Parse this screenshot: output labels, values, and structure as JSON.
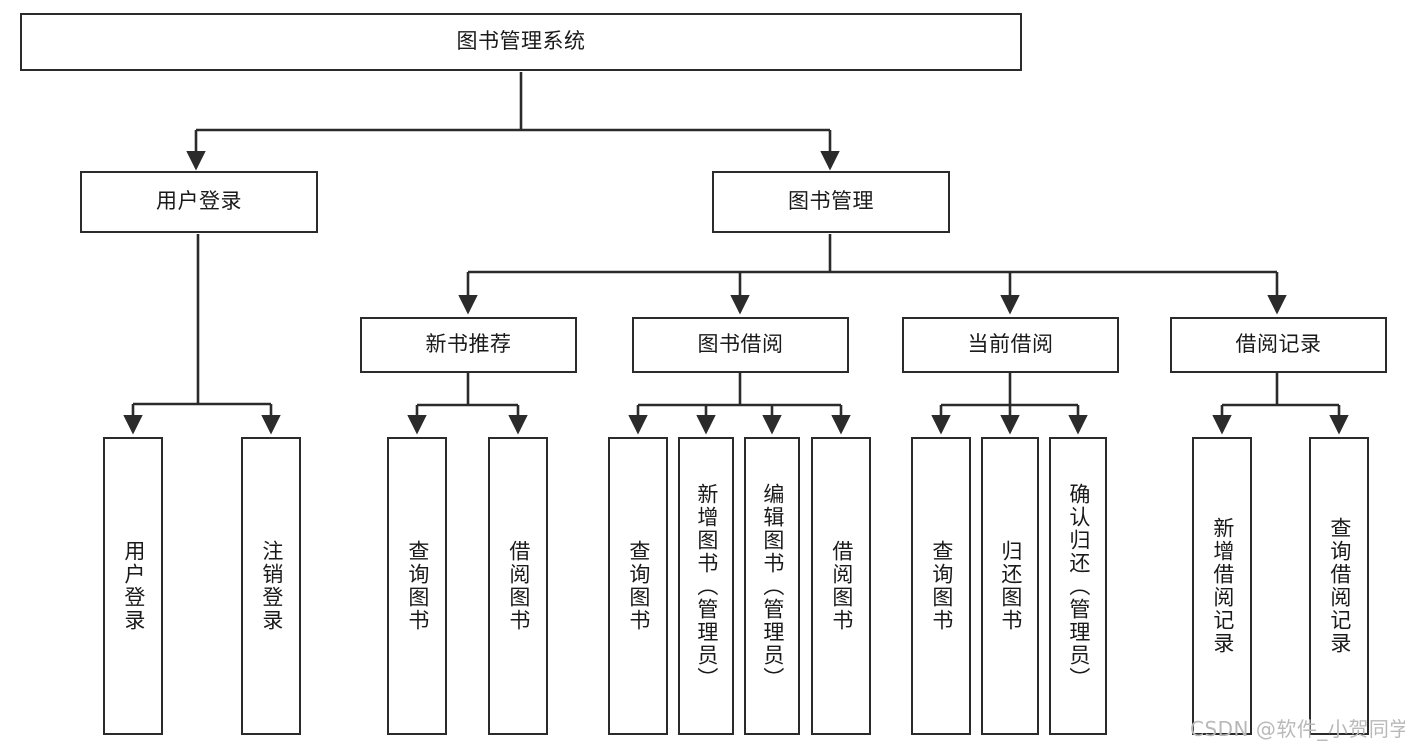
{
  "diagram": {
    "type": "tree-hierarchy",
    "title": "图书管理系统",
    "watermark": "CSDN @软件_小贺同学",
    "colors": {
      "border": "#2b2b2b",
      "background": "#ffffff",
      "text": "#1a1a1a",
      "watermark": "#b9b9b9"
    },
    "nodes": {
      "root": {
        "label": "图书管理系统",
        "level": 0
      },
      "level1": [
        {
          "id": "user-login",
          "label": "用户登录"
        },
        {
          "id": "book-manage",
          "label": "图书管理"
        }
      ],
      "level2": [
        {
          "id": "new-book-recommend",
          "label": "新书推荐",
          "parent": "book-manage"
        },
        {
          "id": "book-borrow",
          "label": "图书借阅",
          "parent": "book-manage"
        },
        {
          "id": "current-borrow",
          "label": "当前借阅",
          "parent": "book-manage"
        },
        {
          "id": "borrow-record",
          "label": "借阅记录",
          "parent": "book-manage"
        }
      ],
      "leaves": [
        {
          "id": "leaf-user-login",
          "label": "用户登录",
          "parent": "user-login"
        },
        {
          "id": "leaf-logout",
          "label": "注销登录",
          "parent": "user-login"
        },
        {
          "id": "leaf-query-book-1",
          "label": "查询图书",
          "parent": "new-book-recommend"
        },
        {
          "id": "leaf-borrow-book-1",
          "label": "借阅图书",
          "parent": "new-book-recommend"
        },
        {
          "id": "leaf-query-book-2",
          "label": "查询图书",
          "parent": "book-borrow"
        },
        {
          "id": "leaf-add-book",
          "label": "新增图书（管理员）",
          "parent": "book-borrow"
        },
        {
          "id": "leaf-edit-book",
          "label": "编辑图书（管理员）",
          "parent": "book-borrow"
        },
        {
          "id": "leaf-borrow-book-2",
          "label": "借阅图书",
          "parent": "book-borrow"
        },
        {
          "id": "leaf-query-book-3",
          "label": "查询图书",
          "parent": "current-borrow"
        },
        {
          "id": "leaf-return-book",
          "label": "归还图书",
          "parent": "current-borrow"
        },
        {
          "id": "leaf-confirm-return",
          "label": "确认归还（管理员）",
          "parent": "current-borrow"
        },
        {
          "id": "leaf-add-record",
          "label": "新增借阅记录",
          "parent": "borrow-record"
        },
        {
          "id": "leaf-query-record",
          "label": "查询借阅记录",
          "parent": "borrow-record"
        }
      ]
    }
  }
}
